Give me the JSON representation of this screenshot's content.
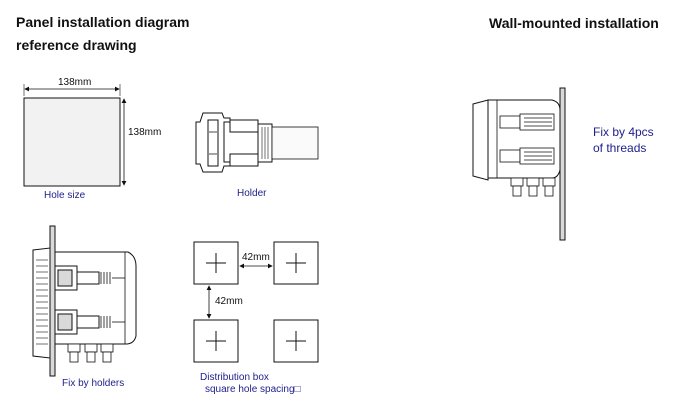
{
  "titles": {
    "panel_line1": "Panel installation diagram",
    "panel_line2": "reference drawing",
    "wall": "Wall-mounted installation"
  },
  "hole_size": {
    "width_label": "138mm",
    "height_label": "138mm",
    "caption": "Hole size"
  },
  "holder": {
    "caption": "Holder"
  },
  "fix_by_holders": {
    "caption": "Fix by holders"
  },
  "distribution": {
    "h_spacing": "42mm",
    "v_spacing": "42mm",
    "caption_line1": "Distribution box",
    "caption_line2": "square hole spacing□"
  },
  "wall_mount": {
    "note_line1": "Fix by 4pcs",
    "note_line2": "of threads"
  },
  "colors": {
    "caption": "#1e1e8c",
    "line": "#111111",
    "fill": "#f2f2f2",
    "panel": "#d9d9d9"
  }
}
